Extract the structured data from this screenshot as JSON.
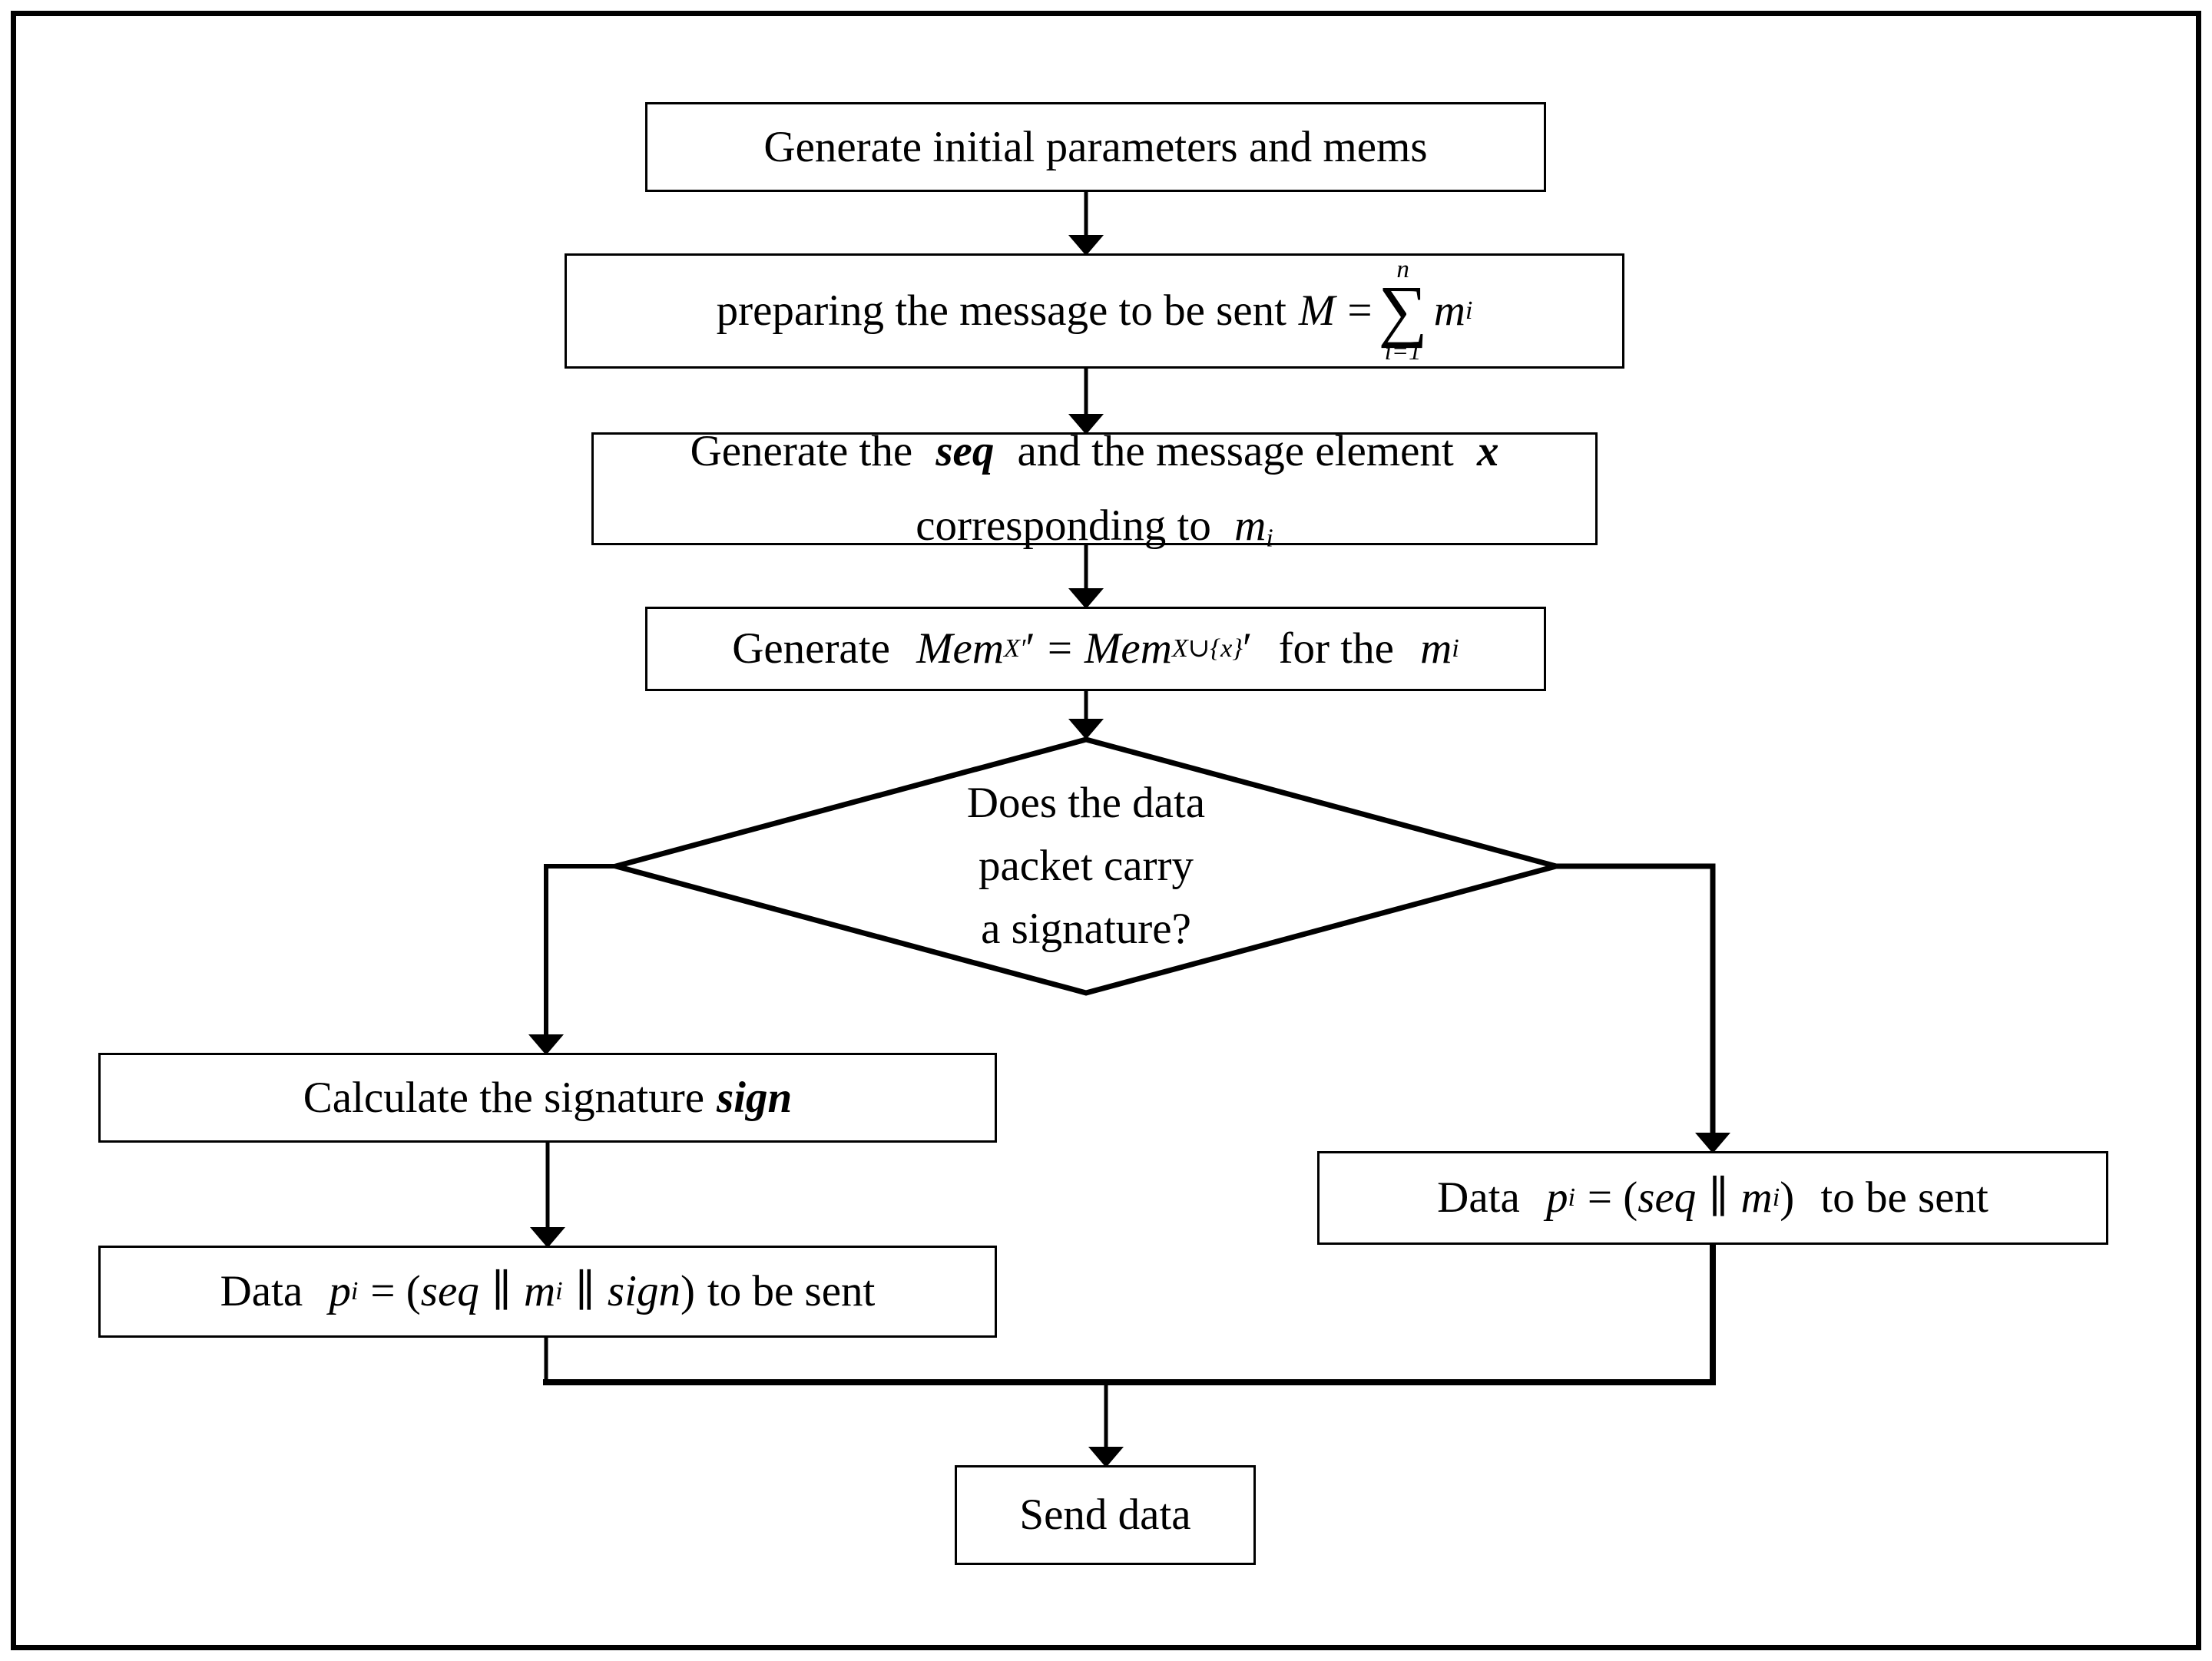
{
  "colors": {
    "ink": "#000000",
    "background": "#ffffff"
  },
  "nodes": {
    "box1": {
      "text": "Generate initial parameters and mems"
    },
    "box2": {
      "t1": "preparing the message to be sent",
      "M": "M",
      "eq": "=",
      "sigma": "∑",
      "sum_upper": "n",
      "sum_lower": "i=1",
      "m": "m",
      "i": "i"
    },
    "box3": {
      "l1a": "Generate the",
      "seq": "seq",
      "l1b": "and the message element",
      "x": "x",
      "l2a": "corresponding to",
      "m": "m",
      "i": "i"
    },
    "box4": {
      "t1": "Generate",
      "mem": "Mem",
      "sub1": "X′",
      "prime": "′",
      "eq": "=",
      "sub2": "X∪{x}",
      "t2": "for the",
      "m": "m",
      "i": "i"
    },
    "diamond": {
      "lines": [
        "Does the data",
        "packet carry",
        "a signature?"
      ]
    },
    "box5": {
      "t1": "Calculate the signature",
      "sign": "sign"
    },
    "box6": {
      "t1": "Data",
      "p": "p",
      "i": "i",
      "eq": "= (",
      "seq": "seq",
      "bar1": "∥",
      "m": "m",
      "bar2": "∥",
      "sign": "sign",
      "close": ")",
      "t2": "to be sent"
    },
    "box7": {
      "t1": "Data",
      "p": "p",
      "i": "i",
      "eq": "= (",
      "seq": "seq",
      "bar1": "∥",
      "m": "m",
      "close": ")",
      "t2": "to be sent"
    },
    "box8": {
      "text": "Send data"
    }
  }
}
